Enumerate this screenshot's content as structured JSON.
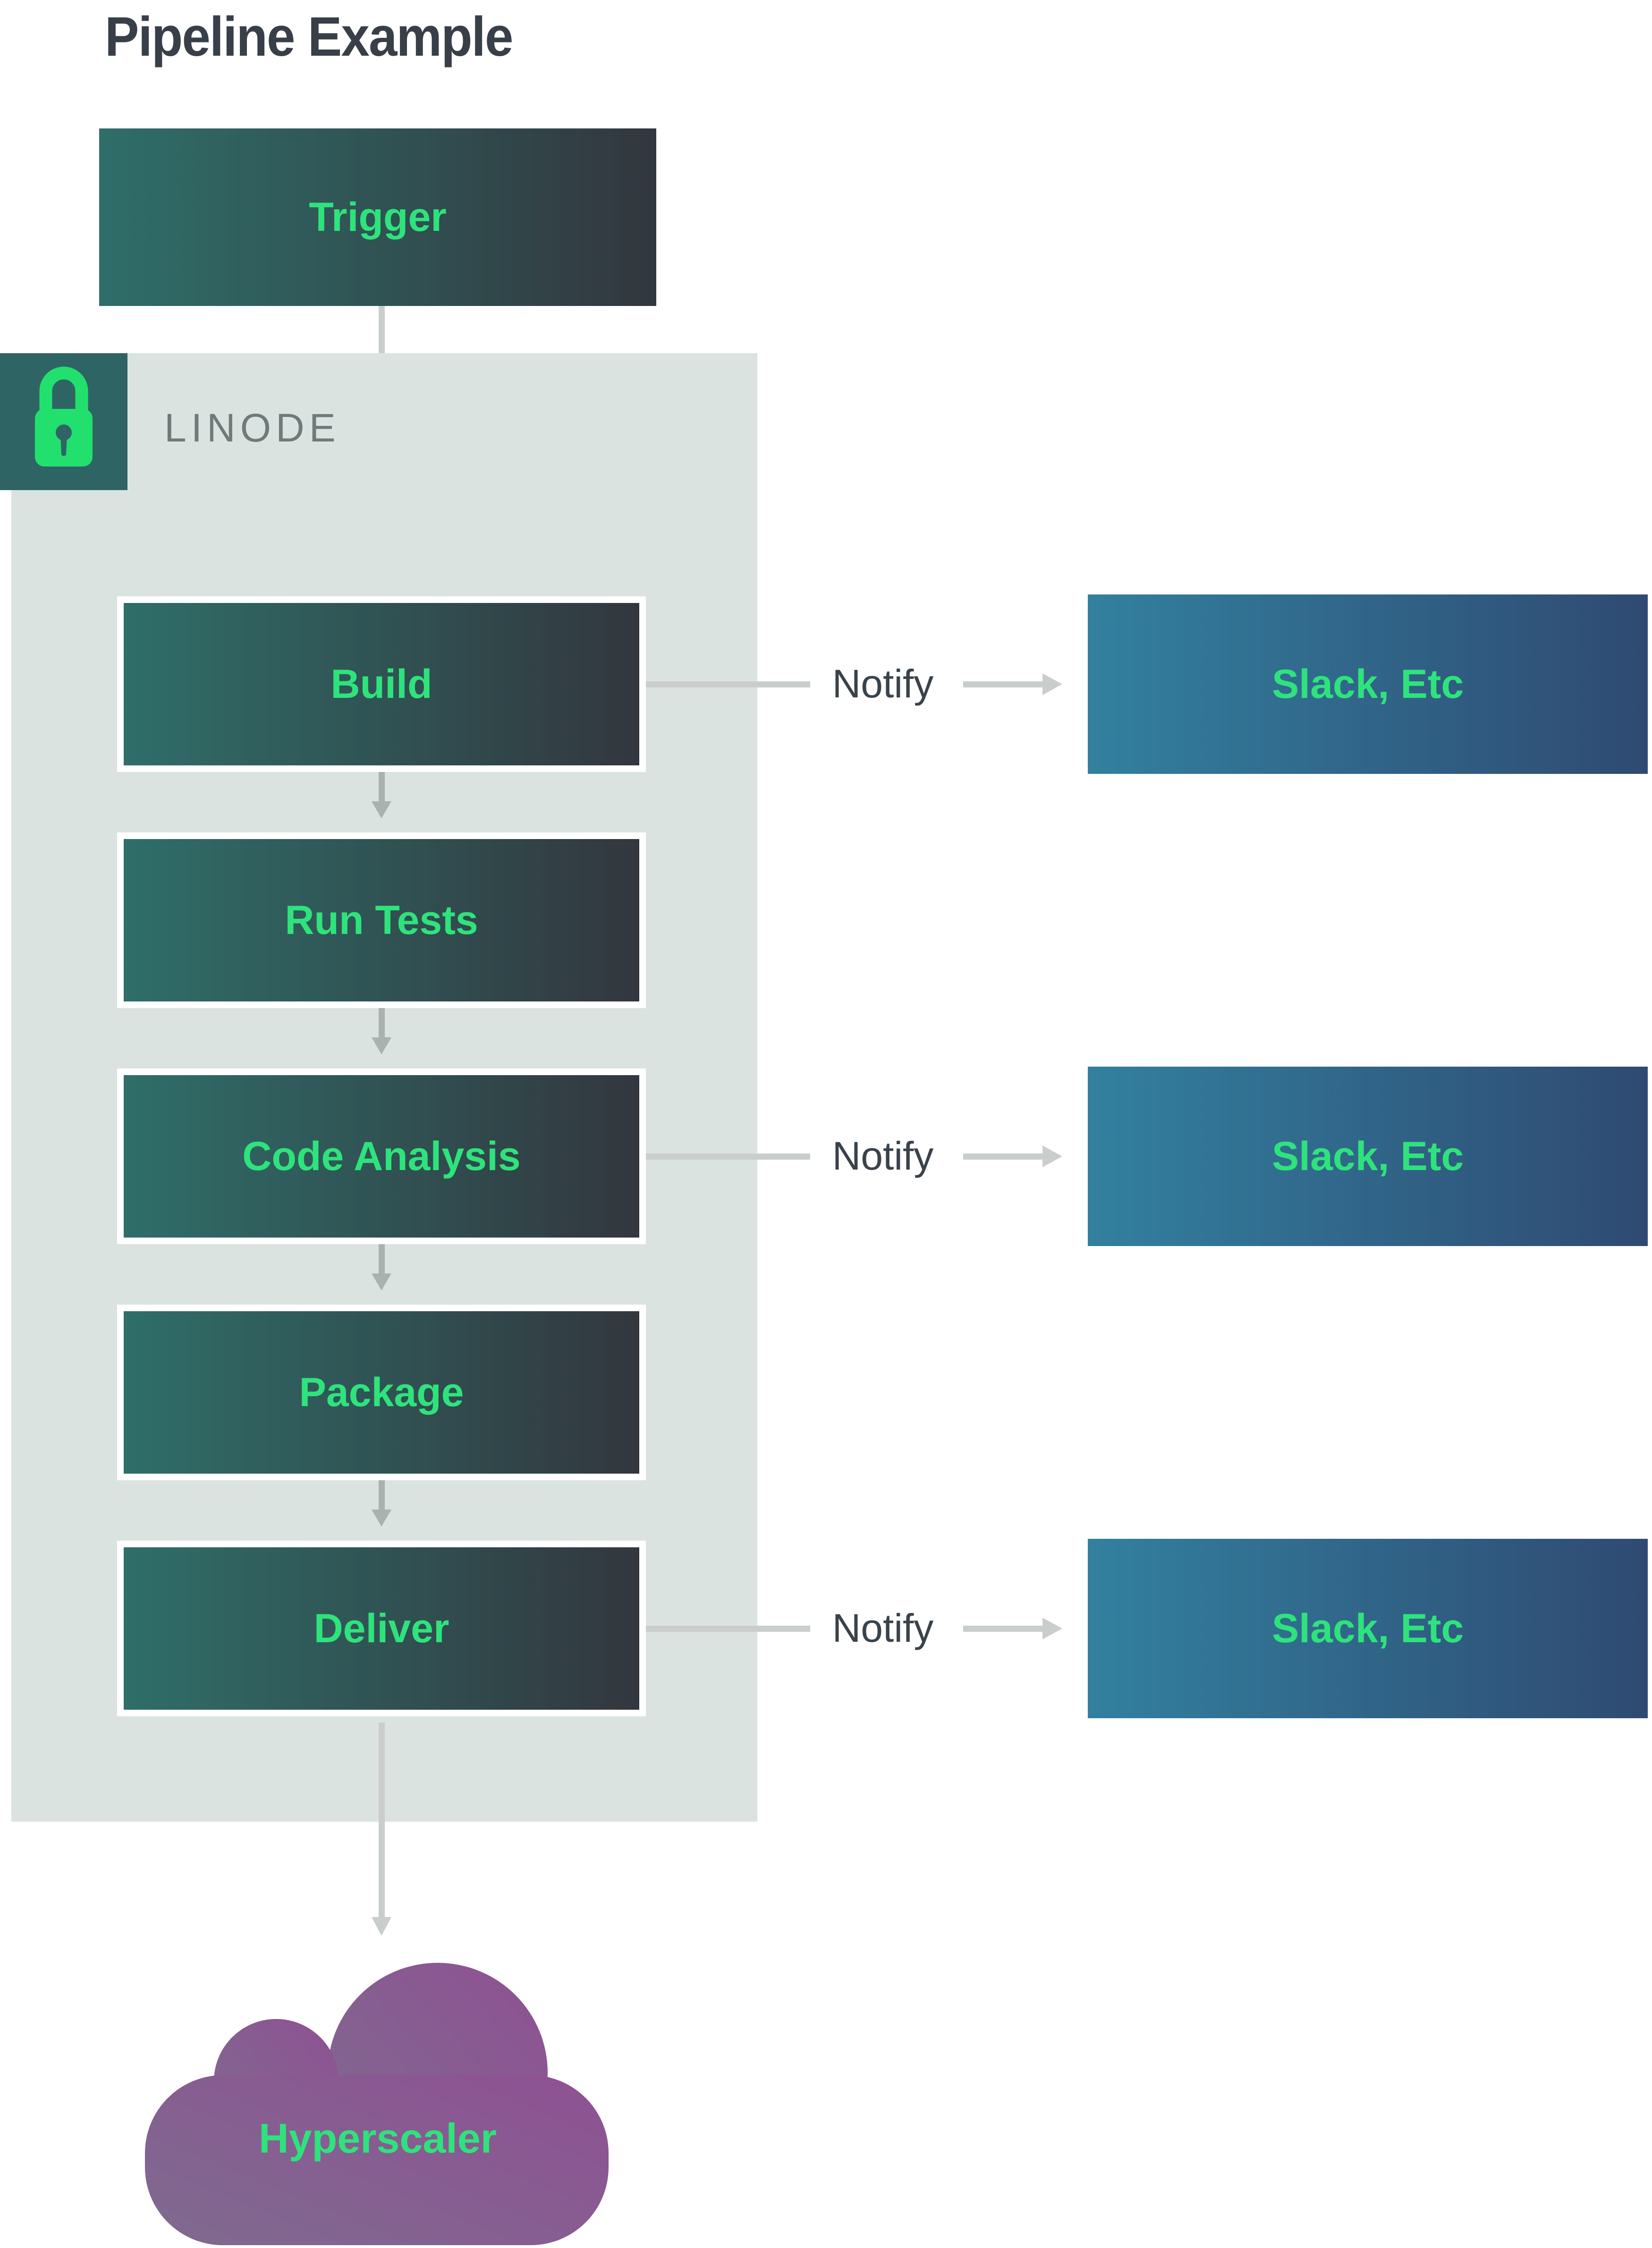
{
  "title": "Pipeline Example",
  "trigger": {
    "label": "Trigger"
  },
  "container": {
    "label": "LINODE",
    "icon": "lock-icon"
  },
  "stages": [
    {
      "label": "Build",
      "notify": true
    },
    {
      "label": "Run Tests",
      "notify": false
    },
    {
      "label": "Code Analysis",
      "notify": true
    },
    {
      "label": "Package",
      "notify": false
    },
    {
      "label": "Deliver",
      "notify": true
    }
  ],
  "notify": {
    "label": "Notify",
    "target_label": "Slack, Etc"
  },
  "cloud": {
    "label": "Hyperscaler"
  },
  "colors": {
    "title_text": "#383f49",
    "accent_green": "#2ee37c",
    "lock_green": "#22e06d",
    "badge_teal": "#2f6465",
    "container_bg": "#dbe3e1",
    "linode_text": "#6f7a7a",
    "stage_grad_start": "#2f6e69",
    "stage_grad_end": "#32373e",
    "notify_box_grad_start": "#32809f",
    "notify_box_grad_end": "#2f4a72",
    "notify_text": "#3a424b",
    "arrow_light": "#c9cecd",
    "arrow_dark": "#a9b2af",
    "cloud_grad_start": "#8e5293",
    "cloud_grad_end": "#80688f"
  }
}
